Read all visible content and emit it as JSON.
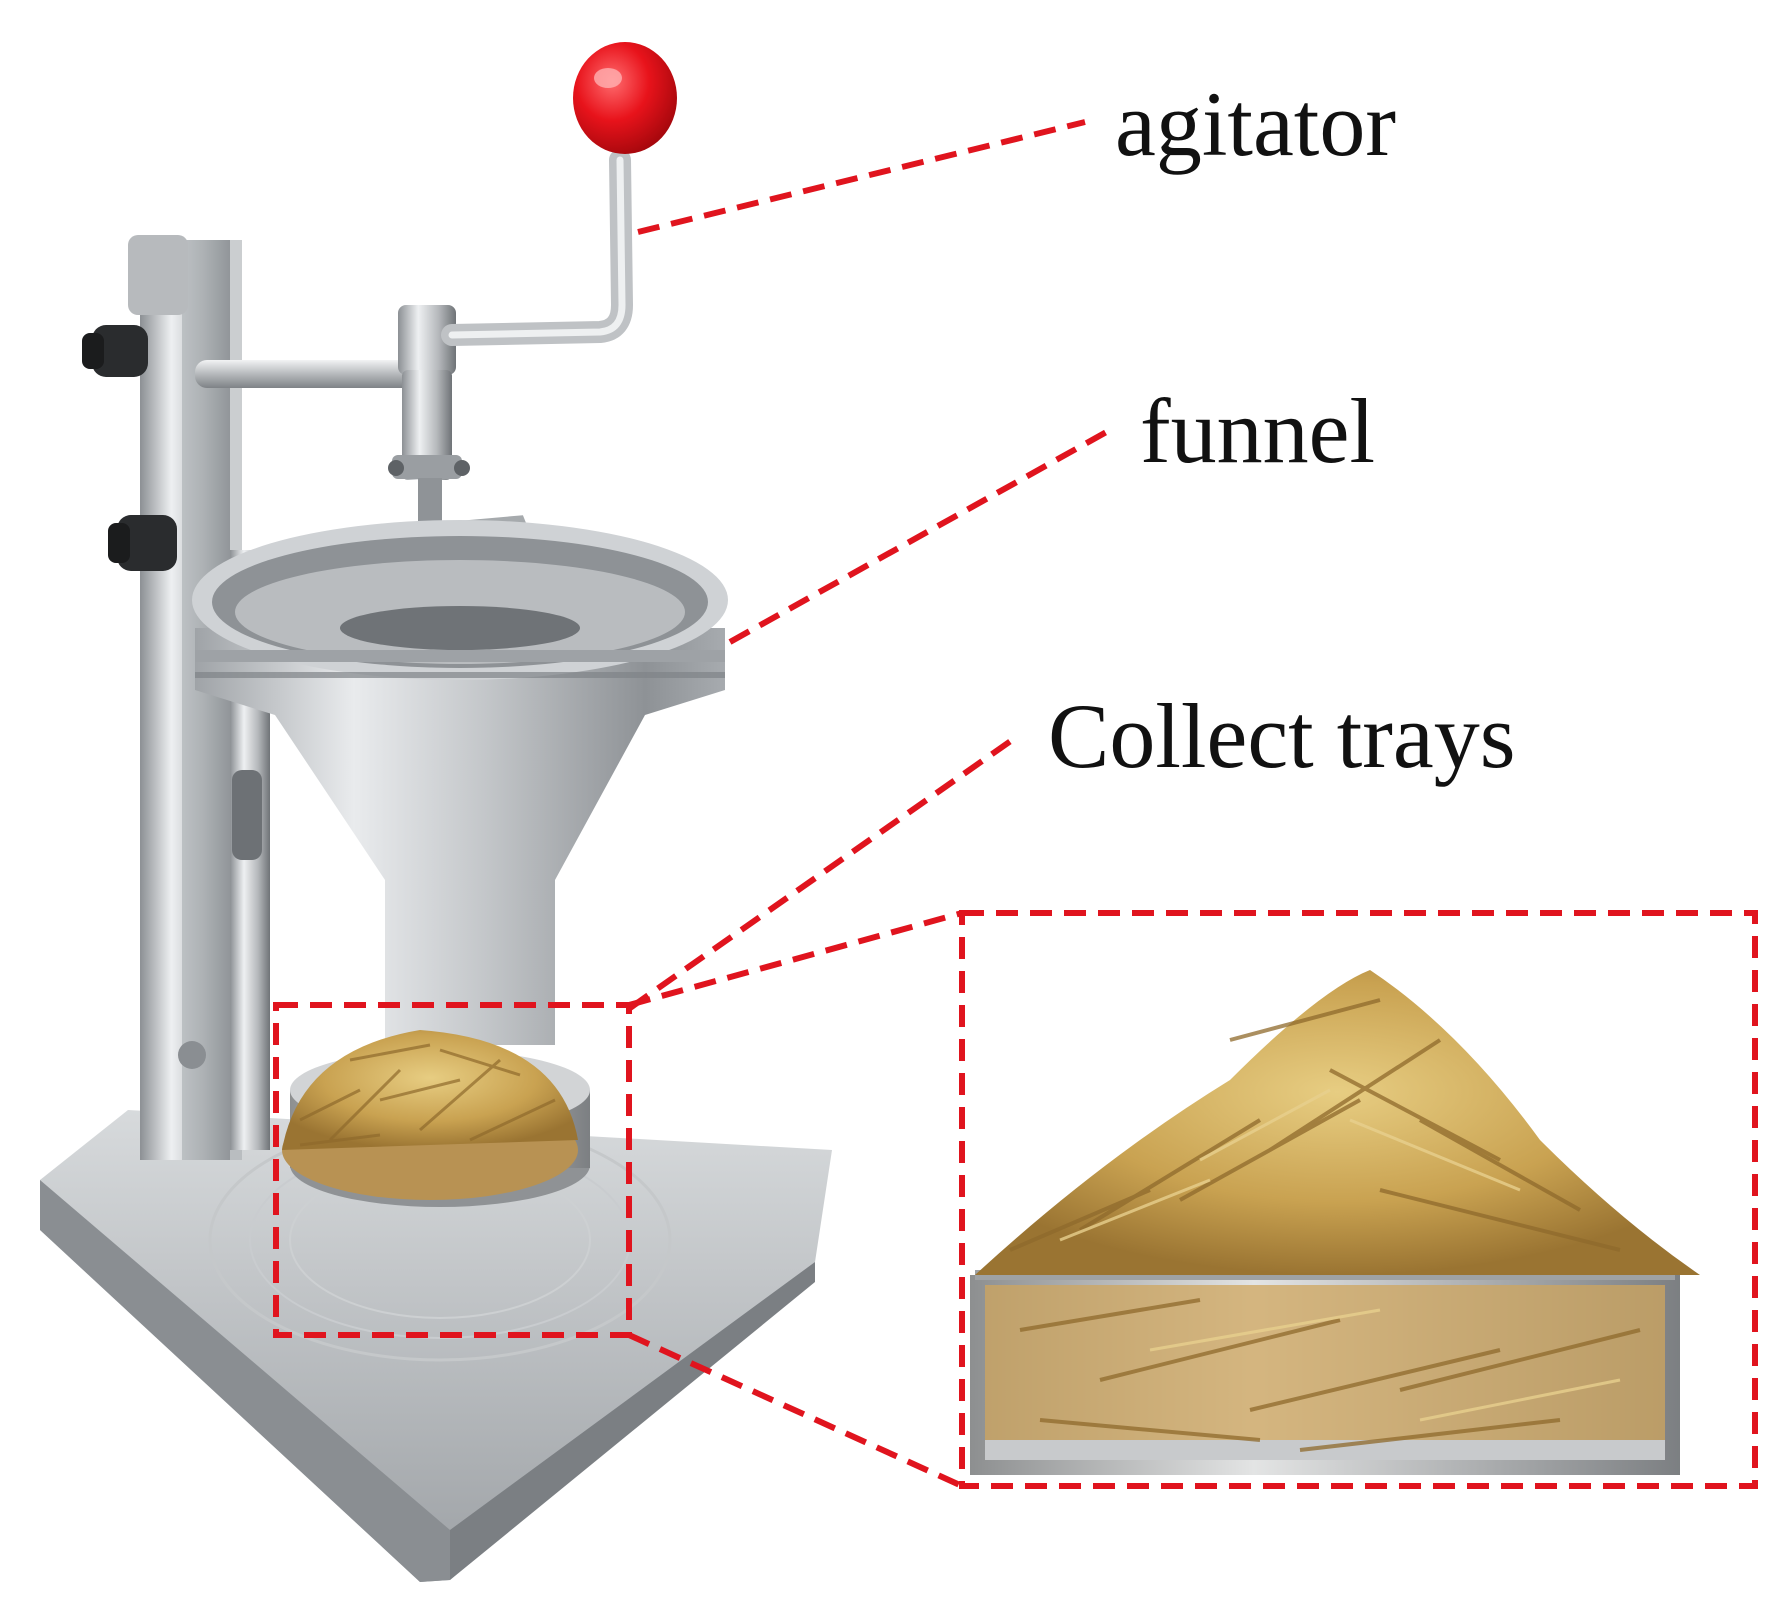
{
  "labels": {
    "agitator": "agitator",
    "funnel": "funnel",
    "collect_trays": "Collect trays"
  },
  "colors": {
    "callout": "#e0141e",
    "knob": "#e8131b",
    "steel_light": "#e4e6e8",
    "steel_mid": "#b9bcbf",
    "steel_dark": "#7d8185",
    "straw_light": "#d9b96a",
    "straw_dark": "#9a7432"
  }
}
